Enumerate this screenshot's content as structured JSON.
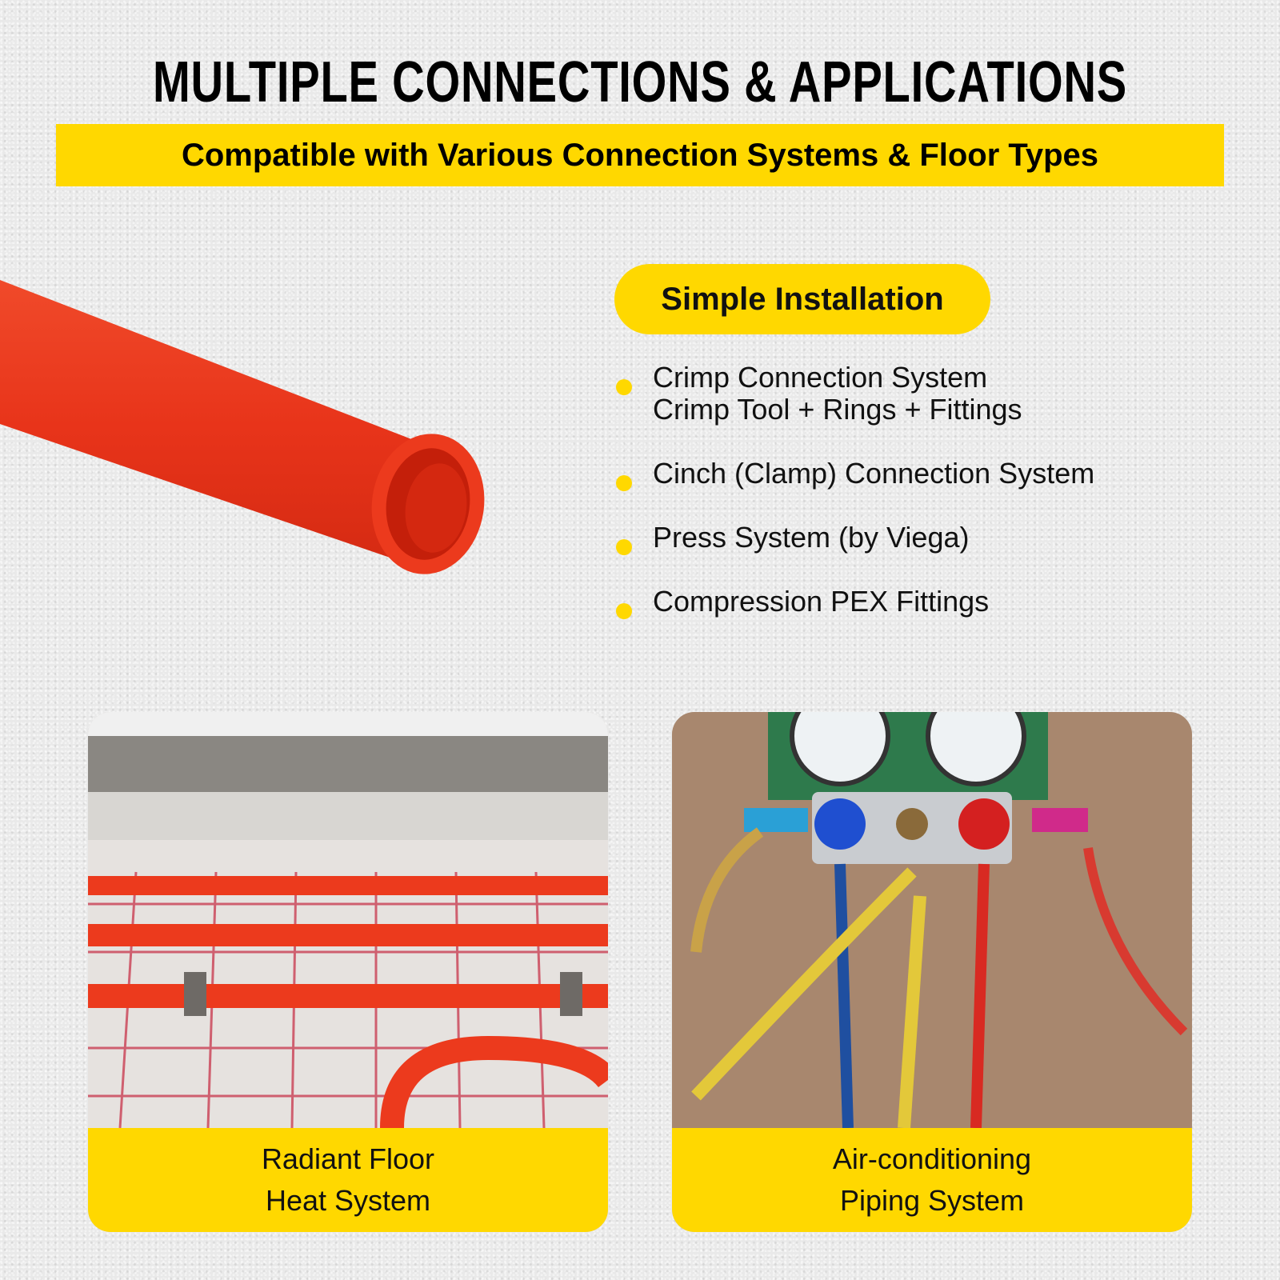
{
  "header": {
    "title": "MULTIPLE CONNECTIONS & APPLICATIONS",
    "subtitle": "Compatible with Various Connection Systems & Floor Types"
  },
  "installation": {
    "heading": "Simple Installation",
    "items": [
      {
        "line1": "Crimp Connection System",
        "line2": "Crimp Tool + Rings + Fittings"
      },
      {
        "line1": "Cinch (Clamp) Connection System"
      },
      {
        "line1": "Press System (by Viega)"
      },
      {
        "line1": "Compression PEX Fittings"
      }
    ]
  },
  "applications": [
    {
      "line1": "Radiant Floor",
      "line2": "Heat System",
      "image": "radiant-floor-photo"
    },
    {
      "line1": "Air-conditioning",
      "line2": "Piping System",
      "image": "ac-manifold-gauge-photo"
    }
  ],
  "colors": {
    "accent_yellow": "#ffd800",
    "pipe_red": "#e8341a",
    "background": "#e9e9e9",
    "text": "#000000"
  }
}
